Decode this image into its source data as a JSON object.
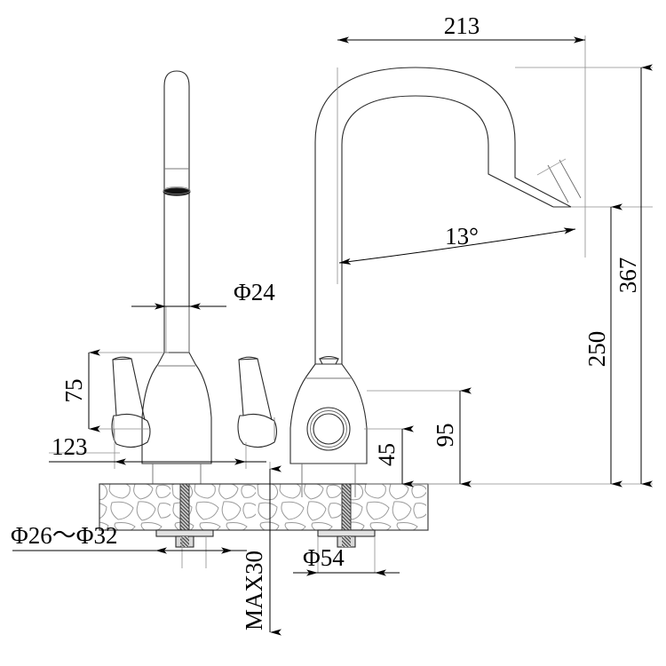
{
  "drawing": {
    "title": "Kitchen Mixer Tap Technical Dimension Drawing",
    "type": "engineering-dimension-drawing",
    "units": "mm",
    "line_color": "#1a1a1a",
    "thin_line_color": "#5a5a5a",
    "background": "#ffffff",
    "views": [
      {
        "name": "front-view",
        "description": "Dual lever handle mixer tap, front elevation"
      },
      {
        "name": "side-view",
        "description": "Gooseneck spout mixer tap, side elevation"
      }
    ]
  },
  "dimensions": {
    "spout_reach": {
      "label": "213",
      "orientation": "horizontal",
      "position": "top"
    },
    "overall_height": {
      "label": "367",
      "orientation": "vertical-rotated",
      "position": "right-outer"
    },
    "spout_outlet_height": {
      "label": "250",
      "orientation": "vertical-rotated",
      "position": "right-inner"
    },
    "outlet_angle": {
      "label": "13°",
      "orientation": "angular",
      "position": "center-right"
    },
    "tube_diameter": {
      "label": "Φ24",
      "orientation": "horizontal",
      "position": "center-left"
    },
    "handle_height": {
      "label": "75",
      "orientation": "vertical-rotated",
      "position": "left"
    },
    "handle_spread": {
      "label": "123",
      "orientation": "horizontal",
      "position": "lower-left"
    },
    "body_height": {
      "label": "95",
      "orientation": "vertical-rotated",
      "position": "center-right-lower"
    },
    "hub_height": {
      "label": "45",
      "orientation": "vertical-rotated",
      "position": "center-lower"
    },
    "mounting_hole": {
      "label": "Φ26～Φ32",
      "orientation": "horizontal",
      "position": "bottom-left"
    },
    "max_thickness": {
      "label": "MAX30",
      "orientation": "vertical-rotated",
      "position": "bottom-center"
    },
    "base_diameter": {
      "label": "Φ54",
      "orientation": "horizontal",
      "position": "bottom-center-right"
    }
  }
}
